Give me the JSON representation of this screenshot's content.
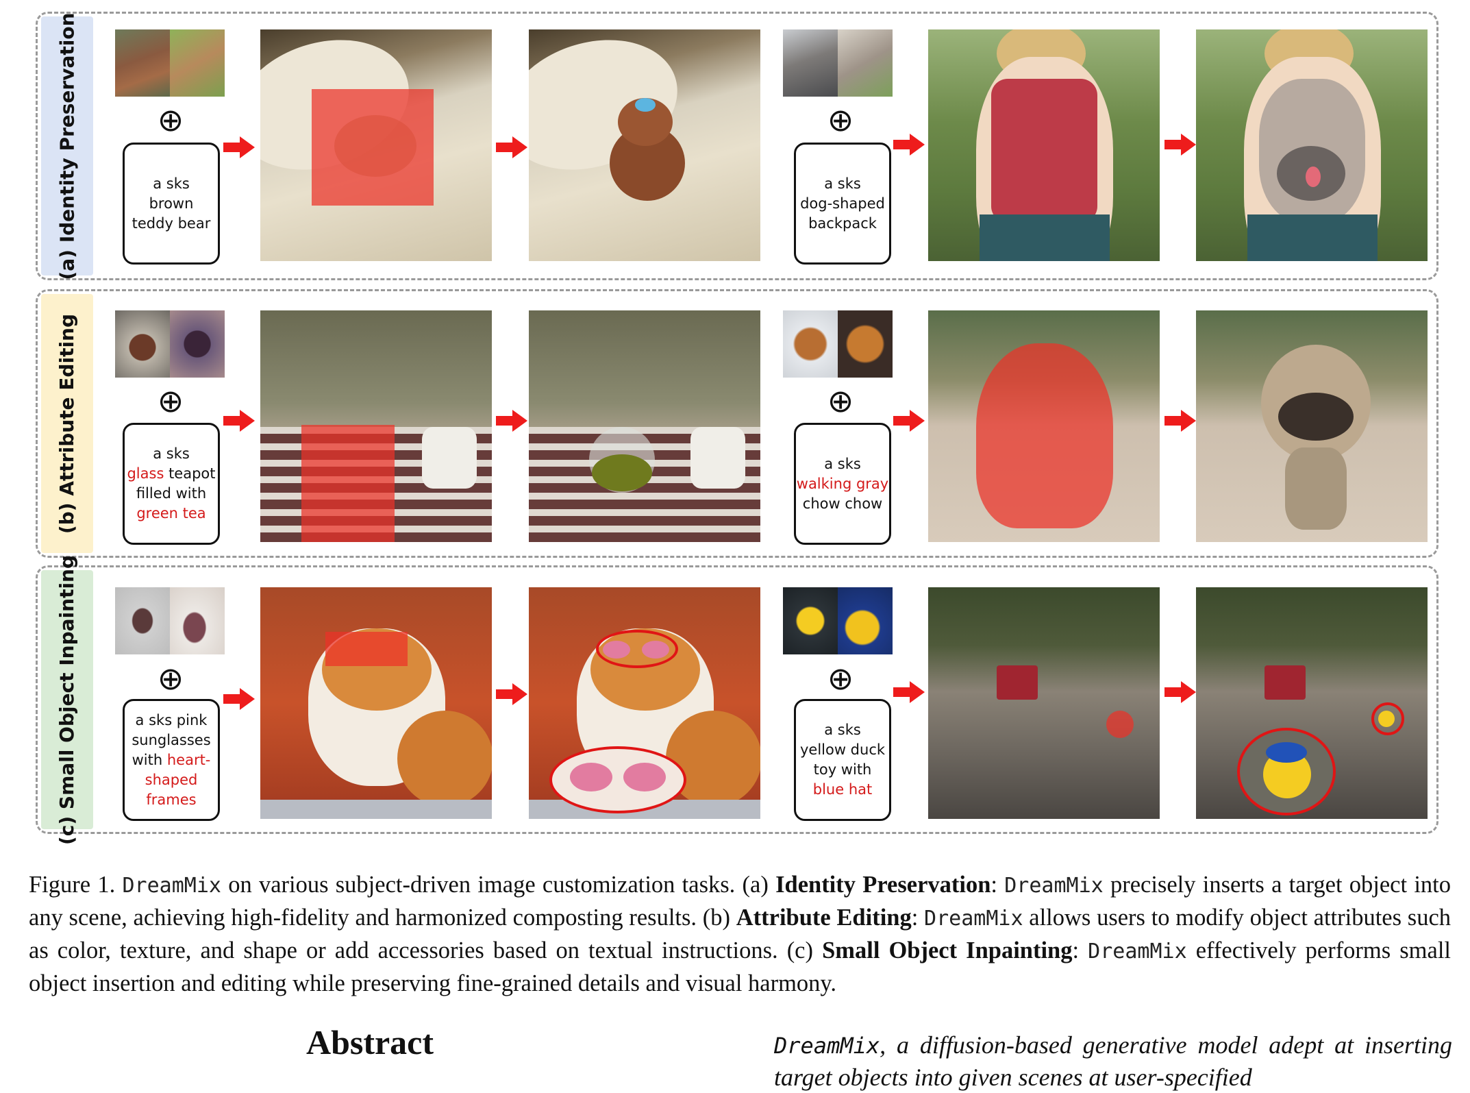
{
  "rows": [
    {
      "label": "(a) Identity Preservation",
      "label_bg": "#dbe4f5",
      "left_prompt": [
        "a sks",
        "brown",
        "teddy bear"
      ],
      "right_prompt": [
        "a sks",
        "dog-shaped",
        "backpack"
      ]
    },
    {
      "label": "(b) Attribute Editing",
      "label_bg": "#fdf1cc",
      "left_prompt": {
        "l1": "a sks",
        "l2_red": "glass",
        "l2_rest": " teapot",
        "l3": "filled with",
        "l4_red": "green tea"
      },
      "right_prompt": {
        "l1": "a sks",
        "l2_red": "walking gray",
        "l3": "chow chow"
      }
    },
    {
      "label": "(c) Small Object Inpainting",
      "label_bg": "#d9ecd6",
      "left_prompt": {
        "l1": "a sks pink",
        "l2": "sunglasses",
        "l3": "with ",
        "l3_red": "heart-",
        "l4_red": "shaped",
        "l5_red": "frames"
      },
      "right_prompt": {
        "l1": "a sks",
        "l2": "yellow duck",
        "l3": "toy with",
        "l4_red": "blue hat"
      }
    }
  ],
  "oplus_symbol": "⊕",
  "caption": {
    "prefix": "Figure 1.",
    "model": "DreamMix",
    "p1": " on various subject-driven image customization tasks. (a) ",
    "a_label": "Identity Preservation",
    "p2": ": ",
    "p3": " precisely inserts a target object into any scene, achieving high-fidelity and harmonized composting results. (b) ",
    "b_label": "Attribute Editing",
    "p4": ": ",
    "p5": " allows users to modify object attributes such as color, texture, and shape or add accessories based on textual instructions. (c) ",
    "c_label": "Small Object Inpainting",
    "p6": ": ",
    "p7": " effectively performs small object insertion and editing while preserving fine-grained details and visual harmony."
  },
  "abstract": {
    "title": "Abstract",
    "model": "DreamMix",
    "text": ", a diffusion-based generative model adept at inserting target objects into given scenes at user-specified"
  },
  "colors": {
    "arrow": "#ee1c1c",
    "mask": "#eb3228",
    "dash": "#9a9a9a",
    "ring": "#e01515"
  }
}
